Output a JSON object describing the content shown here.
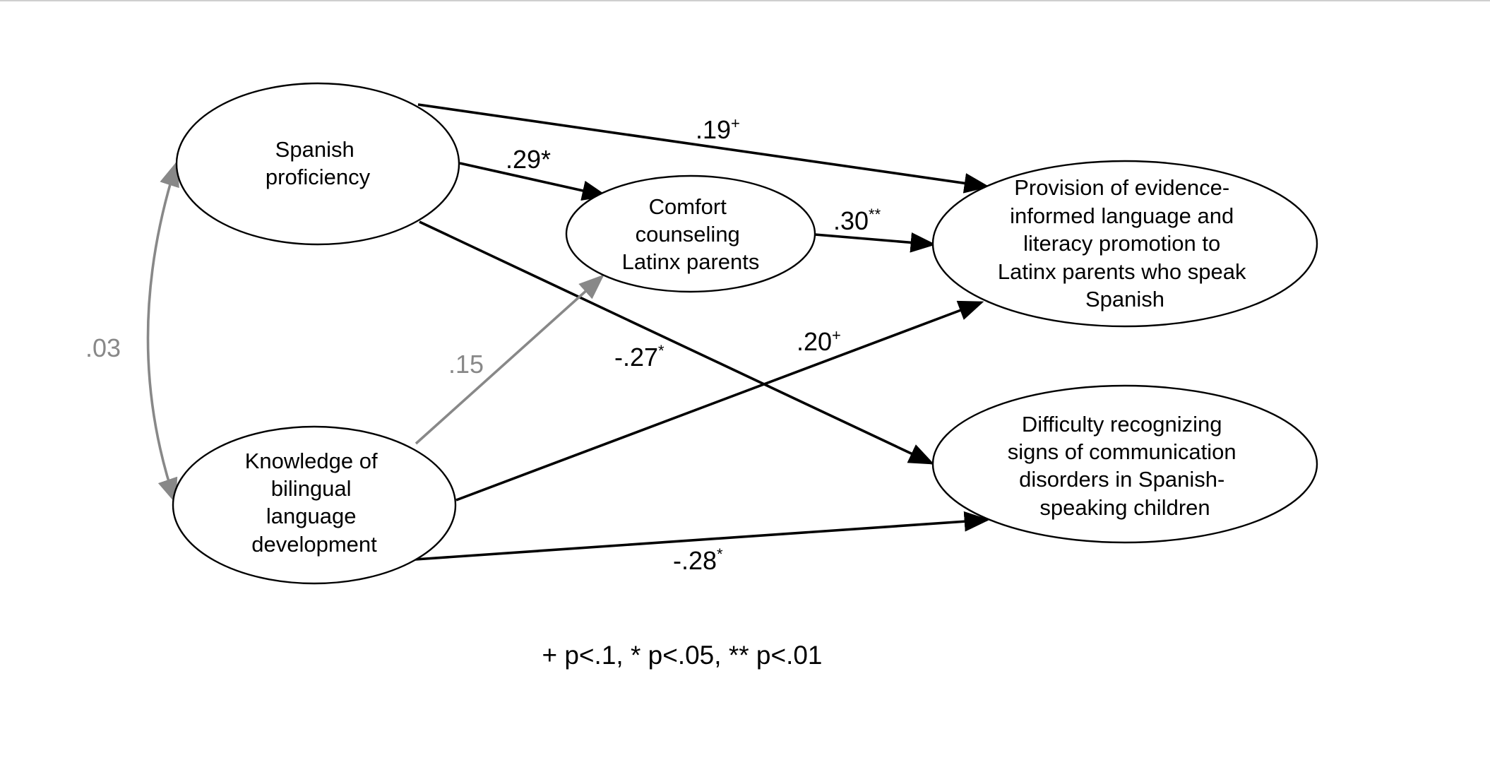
{
  "colors": {
    "significant": "#000000",
    "nonsignificant": "#888888",
    "border_top": "#cfcfcf"
  },
  "nodes": {
    "spanish_proficiency": {
      "lines": [
        "Spanish",
        "proficiency"
      ]
    },
    "knowledge_bilingual": {
      "lines": [
        "Knowledge of",
        "bilingual",
        "language",
        "development"
      ]
    },
    "comfort_counseling": {
      "lines": [
        "Comfort",
        "counseling",
        "Latinx parents"
      ]
    },
    "provision": {
      "lines": [
        "Provision of evidence-",
        "informed language and",
        "literacy promotion to",
        "Latinx parents who speak",
        "Spanish"
      ]
    },
    "difficulty": {
      "lines": [
        "Difficulty recognizing",
        "signs of communication",
        "disorders in Spanish-",
        "speaking children"
      ]
    }
  },
  "paths": [
    {
      "id": "sp-to-provision",
      "from": "spanish_proficiency",
      "to": "provision",
      "coef": ".19",
      "sig": "+",
      "color": "significant"
    },
    {
      "id": "sp-to-comfort",
      "from": "spanish_proficiency",
      "to": "comfort_counseling",
      "coef": ".29*",
      "sig": "",
      "color": "significant"
    },
    {
      "id": "comfort-to-provision",
      "from": "comfort_counseling",
      "to": "provision",
      "coef": ".30",
      "sig": "**",
      "color": "significant"
    },
    {
      "id": "sp-to-difficulty",
      "from": "spanish_proficiency",
      "to": "difficulty",
      "coef": "-.27",
      "sig": "*",
      "color": "significant"
    },
    {
      "id": "know-to-comfort",
      "from": "knowledge_bilingual",
      "to": "comfort_counseling",
      "coef": ".15",
      "sig": "",
      "color": "nonsignificant"
    },
    {
      "id": "know-to-provision",
      "from": "knowledge_bilingual",
      "to": "provision",
      "coef": ".20",
      "sig": "+",
      "color": "significant"
    },
    {
      "id": "know-to-difficulty",
      "from": "knowledge_bilingual",
      "to": "difficulty",
      "coef": "-.28",
      "sig": "*",
      "color": "significant"
    },
    {
      "id": "covariance-sp-know",
      "from": "spanish_proficiency",
      "to": "knowledge_bilingual",
      "coef": ".03",
      "sig": "",
      "color": "nonsignificant"
    }
  ],
  "legend": "+ p<.1, * p<.05, ** p<.01"
}
